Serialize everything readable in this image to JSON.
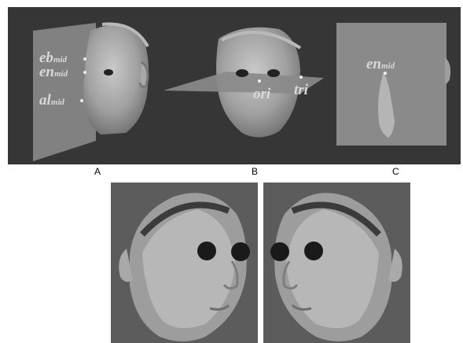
{
  "panels": {
    "a": {
      "letter": "A",
      "landmarks": [
        {
          "main": "eb",
          "sub": "mid"
        },
        {
          "main": "en",
          "sub": "mid"
        },
        {
          "main": "al",
          "sub": "mid"
        }
      ]
    },
    "b": {
      "letter": "B",
      "landmarks": [
        {
          "main": "ori"
        },
        {
          "main": "tri"
        }
      ]
    },
    "c": {
      "letter": "C",
      "landmarks": [
        {
          "main": "en",
          "sub": "mid"
        }
      ]
    }
  },
  "colors": {
    "background": "#363636",
    "plane": "#8a8a8a",
    "face": "#9a9a9a",
    "eye_mask": "#1a1a1a",
    "label": "#d9d9d9"
  }
}
